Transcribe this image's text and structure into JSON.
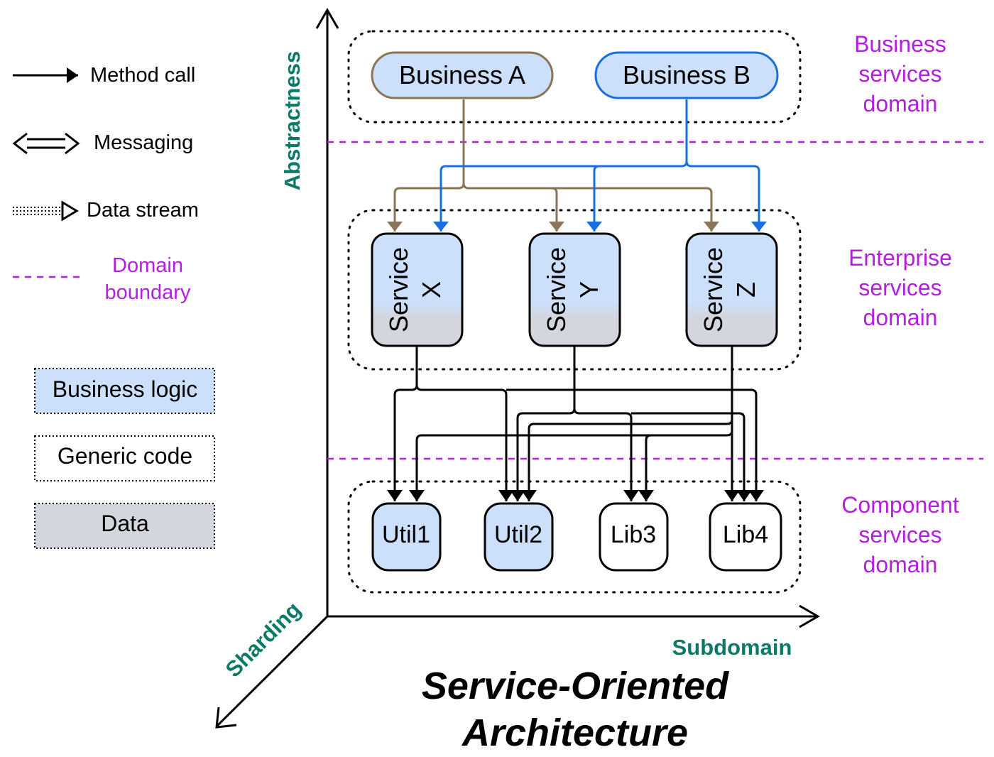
{
  "title": [
    "Service-Oriented",
    "Architecture"
  ],
  "axes": {
    "vertical": "Abstractness",
    "horizontal": "Subdomain",
    "diagonal": "Sharding"
  },
  "legend": {
    "method_call": "Method call",
    "messaging": "Messaging",
    "data_stream": "Data stream",
    "domain_boundary": [
      "Domain",
      "boundary"
    ],
    "business_logic": "Business logic",
    "generic_code": "Generic code",
    "data": "Data"
  },
  "domains": {
    "business": [
      "Business",
      "services",
      "domain"
    ],
    "enterprise": [
      "Enterprise",
      "services",
      "domain"
    ],
    "component": [
      "Component",
      "services",
      "domain"
    ]
  },
  "business_nodes": {
    "a": "Business A",
    "b": "Business B"
  },
  "services": [
    {
      "line1": "Service",
      "line2": "X"
    },
    {
      "line1": "Service",
      "line2": "Y"
    },
    {
      "line1": "Service",
      "line2": "Z"
    }
  ],
  "components": {
    "util1": "Util1",
    "util2": "Util2",
    "lib3": "Lib3",
    "lib4": "Lib4"
  },
  "colors": {
    "business_logic": "#cce0fb",
    "data": "#d3d6dc",
    "domain_label": "#b41ee0",
    "axis_label": "#0a7a67",
    "business_a_border": "#8a7558",
    "business_b_border": "#1a6fe0"
  }
}
